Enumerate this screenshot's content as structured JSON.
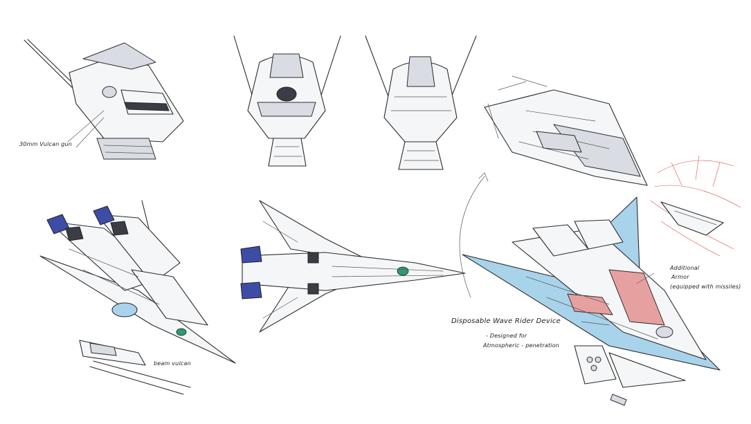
{
  "annotations": {
    "vulcan_gun": "30mm Vulcan gun",
    "beam_vulcan": "beam vulcan",
    "additional_armor_line1": "Additional",
    "additional_armor_line2": "Armor",
    "additional_armor_line3": "(equipped with missiles)",
    "wave_rider_title": "Disposable Wave Rider Device",
    "wave_rider_line2": "- Designed for",
    "wave_rider_line3": "Atmospheric - penetration"
  },
  "colors": {
    "ink": "#2b2b2b",
    "armor_white": "#f5f6f8",
    "accent_blue": "#3d4da6",
    "sensor_green": "#2e9a72",
    "wave_rider_blue": "#a9d3ea",
    "additional_armor_pink": "#e7a0a0",
    "flame_red": "#d9534f"
  }
}
